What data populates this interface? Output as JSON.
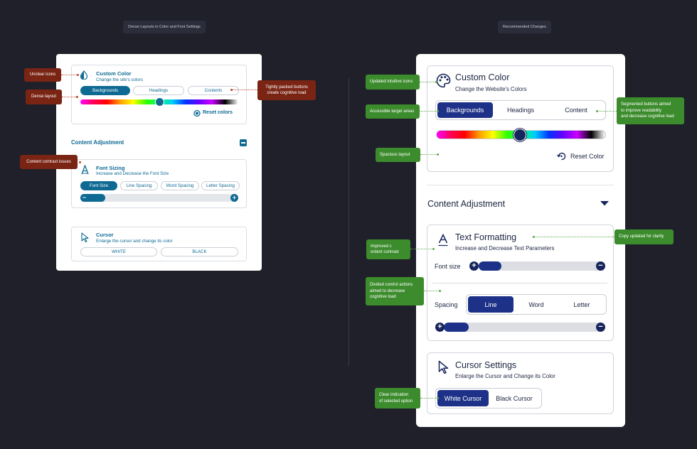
{
  "headers": {
    "left": "Dense Layouts in Color and Font Settings",
    "right": "Recommended Changes"
  },
  "old": {
    "custom_color": {
      "icon": "droplet-icon",
      "title": "Custom Color",
      "subtitle": "Change the site's colors",
      "tabs": [
        "Backgrounds",
        "Headings",
        "Contents"
      ],
      "active_tab": "Backgrounds",
      "hue_position": 0.5,
      "reset_label": "Reset colors"
    },
    "content_adjustment": {
      "title": "Content Adjustment",
      "toggle_icon": "minus-icon"
    },
    "font_sizing": {
      "icon": "text-size-icon",
      "title": "Font Sizing",
      "subtitle": "Increase and Decrease the Font Size",
      "tabs": [
        "Font Size",
        "Line Spacing",
        "Word Spacing",
        "Letter Spacing"
      ],
      "active_tab": "Font Size",
      "slider_level": 0.13
    },
    "cursor": {
      "icon": "cursor-icon",
      "title": "Cursor",
      "subtitle": "Enlarge the cursor and change its color",
      "options": [
        "WHITE",
        "BLACK"
      ]
    }
  },
  "new": {
    "custom_color": {
      "icon": "palette-icon",
      "title": "Custom Color",
      "subtitle": "Change the Website's Colors",
      "tabs": [
        "Backgrounds",
        "Headings",
        "Content"
      ],
      "active_tab": "Backgrounds",
      "hue_position": 0.5,
      "reset_label": "Reset Color"
    },
    "content_adjustment": {
      "title": "Content Adjustment",
      "toggle_icon": "caret-down-icon"
    },
    "text_formatting": {
      "icon": "text-format-icon",
      "title": "Text Formatting",
      "subtitle": "Increase and Decrease Text Parameters",
      "font_size_label": "Font size",
      "font_size_level": 0.15,
      "spacing_label": "Spacing",
      "spacing_options": [
        "Line",
        "Word",
        "Letter"
      ],
      "active_spacing": "Line",
      "spacing_level": 0.14
    },
    "cursor": {
      "icon": "cursor-icon",
      "title": "Cursor Settings",
      "subtitle": "Enlarge the Cursor and Change its Color",
      "options": [
        "White Cursor",
        "Black Cursor"
      ],
      "active_option": "White Cursor"
    }
  },
  "annotations": {
    "unclear_icons": "Unclear icons",
    "dense_layout": "Dense layout",
    "packed_buttons": "Tightly packed buttons create cognitive load",
    "contrast_issues": "Content contrast issues",
    "updated_icons": "Updated intuitive icons",
    "target_areas": "Accessible target areas",
    "segmented_l1": "Segmented buttons aimed",
    "segmented_l2": "to improve readability",
    "segmented_l3": "and decrease cognitive load",
    "spacious": "Spacious layout",
    "copy_updated": "Copy updated for clarity",
    "improved_l1": "Improved c",
    "improved_l2": "ontent contrast",
    "divided_l1": "Divided control actions",
    "divided_l2": "aimed to decrease",
    "divided_l3": "cognitive load",
    "clear_l1": "Clear indication",
    "clear_l2": "of selected option"
  },
  "colors": {
    "background": "#1f2029",
    "old_accent": "#0e6a93",
    "new_accent": "#1c3187",
    "problem_tag": "#7a2414",
    "fix_tag": "#3c8c2d"
  }
}
